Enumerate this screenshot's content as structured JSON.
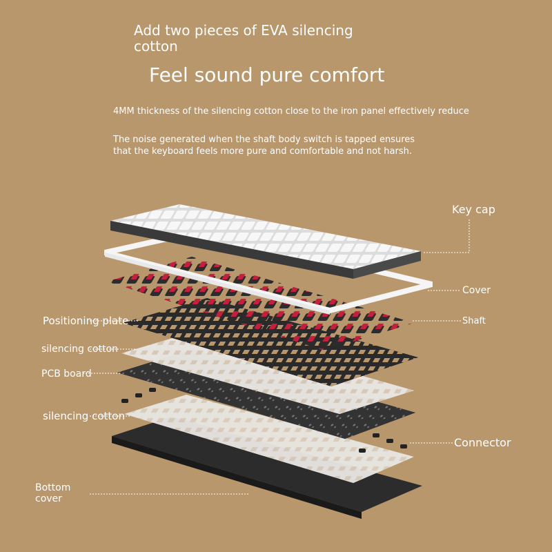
{
  "header": {
    "subtitle": "Add two pieces of EVA silencing cotton",
    "headline": "Feel sound pure comfort",
    "desc1": "4MM thickness of the silencing cotton close to the iron panel effectively reduce",
    "desc2": "The noise generated when the shaft body switch is tapped ensures that the keyboard feels more pure and comfortable and not harsh."
  },
  "labels": {
    "key_cap": "Key cap",
    "cover": "Cover",
    "shaft": "Shaft",
    "positioning_plate": "Positioning plate",
    "silencing_cotton_top": "silencing cotton",
    "pcb_board": "PCB board",
    "silencing_cotton_bottom": "silencing cotton",
    "connector": "Connector",
    "bottom_cover": "Bottom cover"
  },
  "colors": {
    "background": "#b9976c",
    "keycap_white": "#f4f4f4",
    "keycap_dark": "#3a3a3a",
    "switch_red": "#c0203a",
    "plate_black": "#2a2a2a",
    "cotton": "#e6e3df"
  }
}
